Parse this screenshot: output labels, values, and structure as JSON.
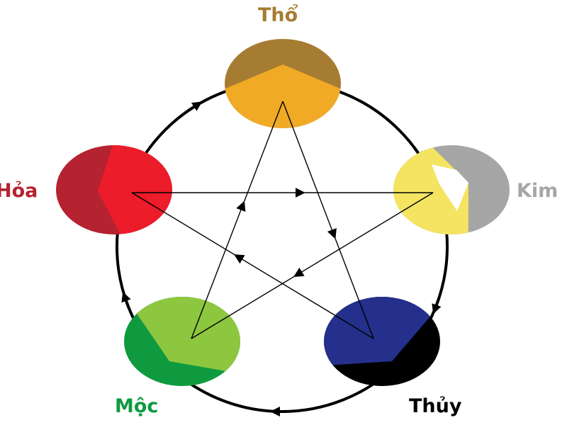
{
  "elements": [
    {
      "id": "tho",
      "label": "Thổ",
      "outer_color": "#a67c32",
      "inner_color": "#f0aa25",
      "label_color": "#a67c32"
    },
    {
      "id": "kim",
      "label": "Kim",
      "outer_color": "#a6a6a6",
      "inner_color": "#f4e462",
      "label_color": "#a6a6a6"
    },
    {
      "id": "thuy",
      "label": "Thủy",
      "outer_color": "#000000",
      "inner_color": "#24308c",
      "label_color": "#000000"
    },
    {
      "id": "moc",
      "label": "Mộc",
      "outer_color": "#0f9a40",
      "inner_color": "#8dc63f",
      "label_color": "#0f9a40"
    },
    {
      "id": "hoa",
      "label": "Hỏa",
      "outer_color": "#b52230",
      "inner_color": "#ec1c2b",
      "label_color": "#b52230"
    }
  ],
  "cycle_arrows": [
    {
      "from": "tho",
      "to": "kim"
    },
    {
      "from": "kim",
      "to": "thuy"
    },
    {
      "from": "thuy",
      "to": "moc"
    },
    {
      "from": "moc",
      "to": "hoa"
    },
    {
      "from": "hoa",
      "to": "tho"
    }
  ],
  "star_arrows": [
    {
      "from": "tho",
      "to": "thuy"
    },
    {
      "from": "thuy",
      "to": "hoa"
    },
    {
      "from": "hoa",
      "to": "kim"
    },
    {
      "from": "kim",
      "to": "moc"
    },
    {
      "from": "moc",
      "to": "tho"
    }
  ]
}
